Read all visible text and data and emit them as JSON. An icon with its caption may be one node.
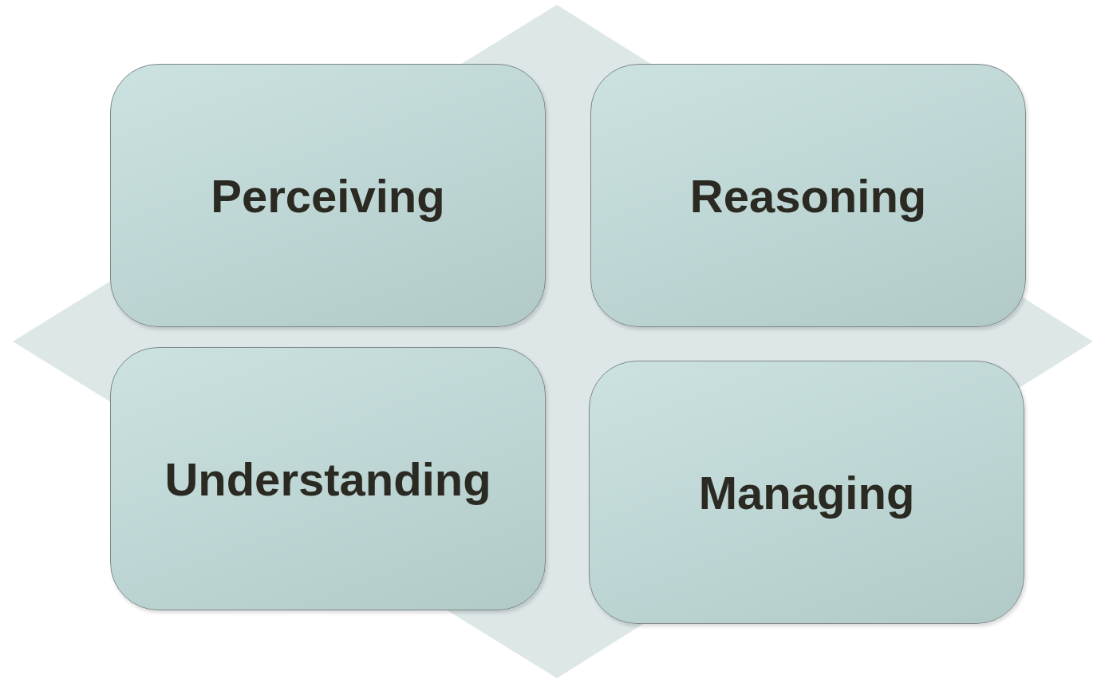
{
  "diagram": {
    "nodes": [
      {
        "text": [
          "Perceiving"
        ]
      },
      {
        "text": [
          "Reasoning"
        ]
      },
      {
        "text": [
          "Understanding"
        ]
      },
      {
        "text": [
          "Managing"
        ]
      }
    ]
  }
}
